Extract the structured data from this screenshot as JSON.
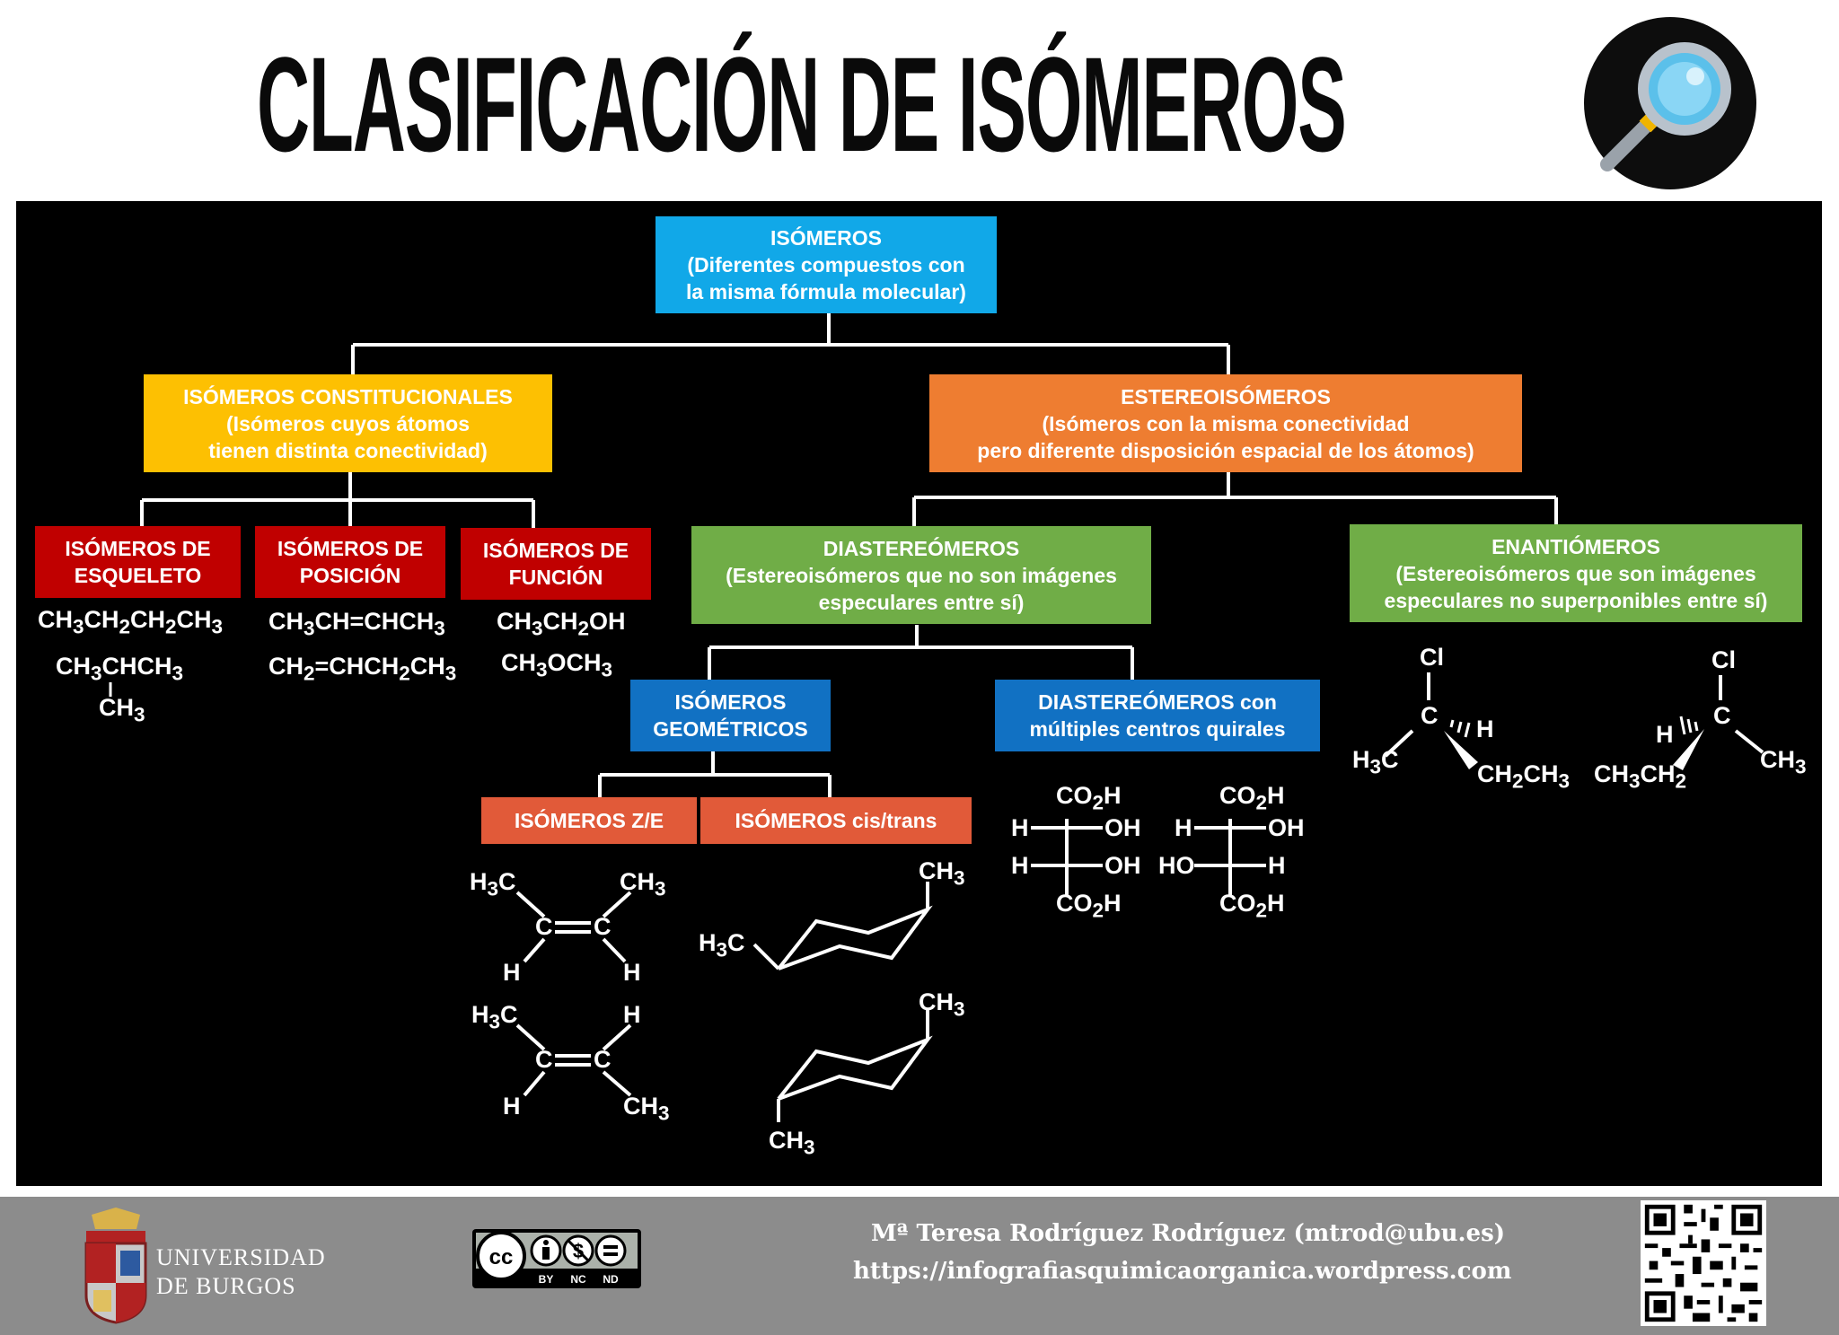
{
  "title": "CLASIFICACIÓN DE ISÓMEROS",
  "colors": {
    "root": "#11a8e8",
    "constitutional": "#fdc002",
    "stereo": "#ee7d31",
    "red": "#c00000",
    "green": "#70ad47",
    "blue": "#1171c3",
    "salmon": "#e15a39",
    "panel": "#000000",
    "footer": "#8c8c8c"
  },
  "nodes": {
    "root": {
      "lines": [
        "ISÓMEROS",
        "(Diferentes compuestos con",
        "la misma fórmula molecular)"
      ]
    },
    "constitutional": {
      "lines": [
        "ISÓMEROS CONSTITUCIONALES",
        "(Isómeros cuyos átomos",
        "tienen distinta conectividad)"
      ]
    },
    "stereo": {
      "lines": [
        "ESTEREOISÓMEROS",
        "(Isómeros con la misma conectividad",
        "pero diferente disposición espacial de los átomos)"
      ]
    },
    "skeleton": {
      "lines": [
        "ISÓMEROS DE",
        "ESQUELETO"
      ]
    },
    "position": {
      "lines": [
        "ISÓMEROS DE",
        "POSICIÓN"
      ]
    },
    "function": {
      "lines": [
        "ISÓMEROS DE",
        "FUNCIÓN"
      ]
    },
    "diastereomers": {
      "lines": [
        "DIASTEREÓMEROS",
        "(Estereoisómeros que no son imágenes",
        "especulares entre sí)"
      ]
    },
    "enantiomers": {
      "lines": [
        "ENANTIÓMEROS",
        "(Estereoisómeros que son imágenes",
        "especulares no superponibles entre sí)"
      ]
    },
    "geometric": {
      "lines": [
        "ISÓMEROS",
        "GEOMÉTRICOS"
      ]
    },
    "multi_chiral": {
      "lines": [
        "DIASTEREÓMEROS con",
        "múltiples centros quirales"
      ]
    },
    "ze": {
      "lines": [
        "ISÓMEROS Z/E"
      ]
    },
    "cistrans": {
      "lines": [
        "ISÓMEROS cis/trans"
      ]
    }
  },
  "formulas": {
    "skeleton": [
      "CH3CH2CH2CH3",
      "CH3CHCH3",
      "CH3"
    ],
    "position": [
      "CH3CH=CHCH3",
      "CH2=CHCH2CH3"
    ],
    "function": [
      "CH3CH2OH",
      "CH3OCH3"
    ],
    "ze_atoms": [
      "H3C",
      "CH3",
      "C",
      "C",
      "H",
      "H"
    ],
    "ze2_atoms": [
      "H3C",
      "H",
      "C",
      "C",
      "H",
      "CH3"
    ],
    "cyclohexane_atoms": [
      "CH3",
      "H3C",
      "CH3",
      "CH3"
    ],
    "fischer_1": [
      "CO2H",
      "H",
      "OH",
      "H",
      "OH",
      "CO2H"
    ],
    "fischer_2": [
      "CO2H",
      "H",
      "OH",
      "HO",
      "H",
      "CO2H"
    ],
    "enantiomer_1": [
      "Cl",
      "C",
      "H",
      "H3C",
      "CH2CH3"
    ],
    "enantiomer_2": [
      "Cl",
      "C",
      "H",
      "CH3",
      "CH3CH2"
    ]
  },
  "footer": {
    "university_line1": "UNIVERSIDAD",
    "university_line2": "DE BURGOS",
    "license_parts": [
      "BY",
      "NC",
      "ND"
    ],
    "author": "Mª Teresa Rodríguez Rodríguez  (mtrod@ubu.es)",
    "url": "https://infografiasquimicaorganica.wordpress.com"
  }
}
